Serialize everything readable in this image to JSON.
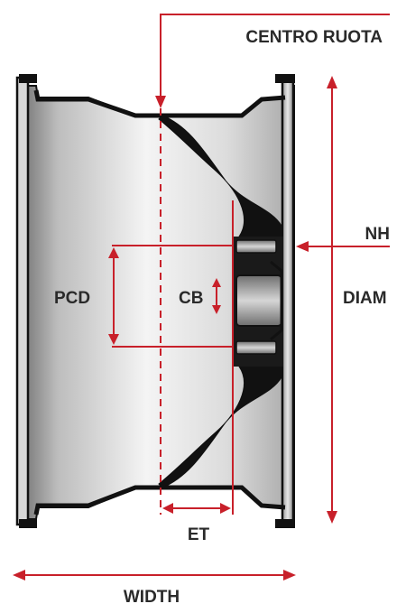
{
  "labels": {
    "centro_ruota": "CENTRO RUOTA",
    "nh": "NH",
    "pcd": "PCD",
    "cb": "CB",
    "diam": "DIAM",
    "et": "ET",
    "width": "WIDTH"
  },
  "colors": {
    "arrow": "#c8202a",
    "outline": "#111111",
    "metal_light": "#f2f2f2",
    "metal_dark": "#8a8a8a",
    "text": "#2a2a2a"
  }
}
